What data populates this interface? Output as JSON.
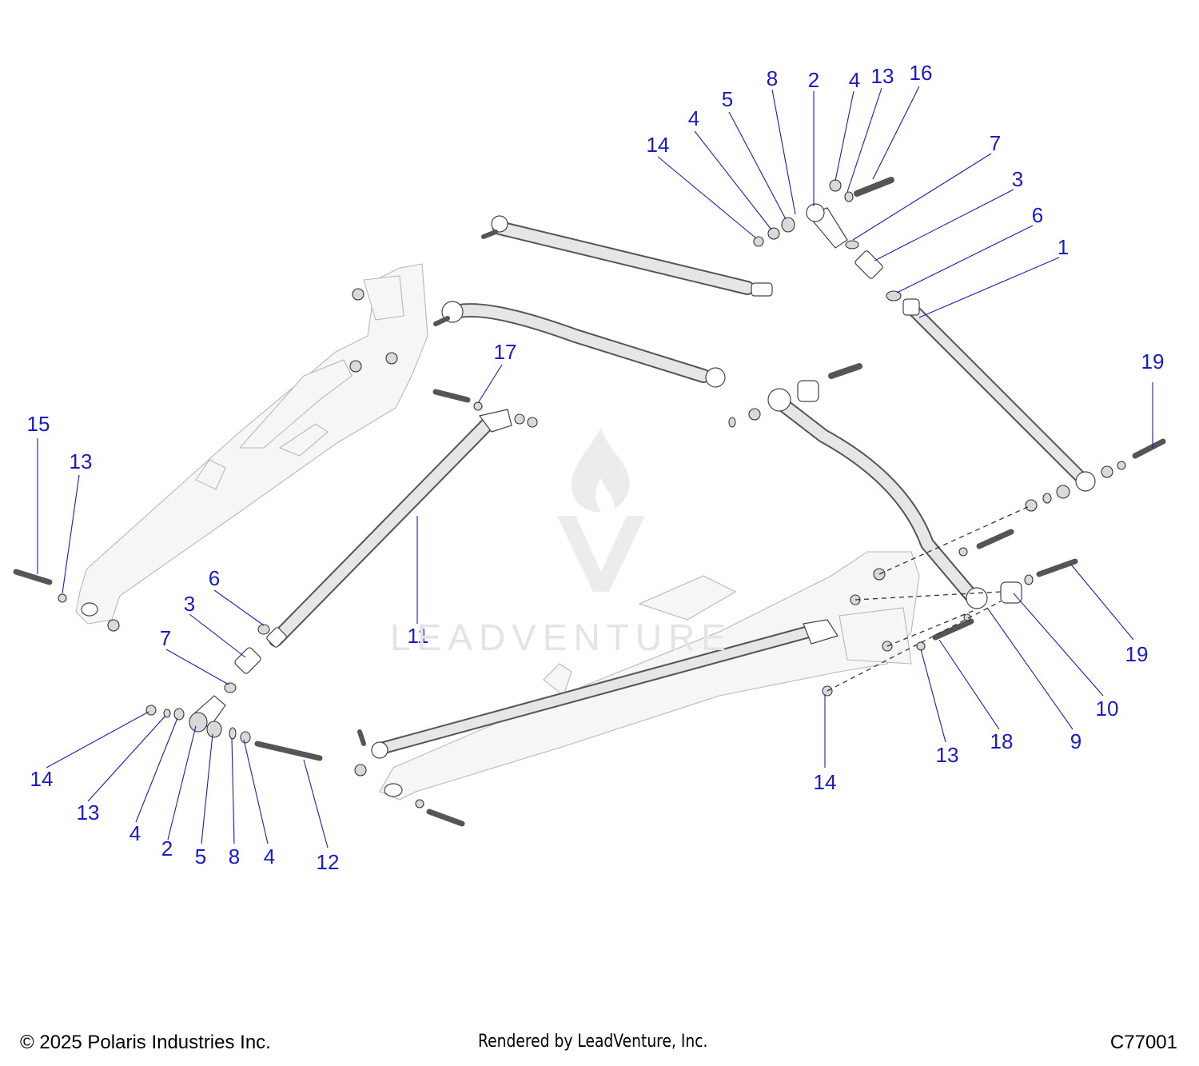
{
  "watermark_text": "LEADVENTURE",
  "footer": {
    "copyright": "© 2025 Polaris Industries Inc.",
    "rendered_by": "Rendered by LeadVenture, Inc.",
    "diagram_code": "C77001"
  },
  "colors": {
    "callout": "#1a1acc",
    "leader_line": "#1a1acc",
    "part_outline": "#444444",
    "part_fill": "#ffffff",
    "watermark": "#e4e4e4"
  },
  "callouts": [
    "8",
    "2",
    "4",
    "13",
    "16",
    "5",
    "4",
    "14",
    "7",
    "3",
    "6",
    "1",
    "17",
    "19",
    "15",
    "13",
    "6",
    "3",
    "11",
    "7",
    "19",
    "10",
    "9",
    "18",
    "13",
    "14",
    "14",
    "13",
    "4",
    "2",
    "5",
    "8",
    "4",
    "12"
  ]
}
